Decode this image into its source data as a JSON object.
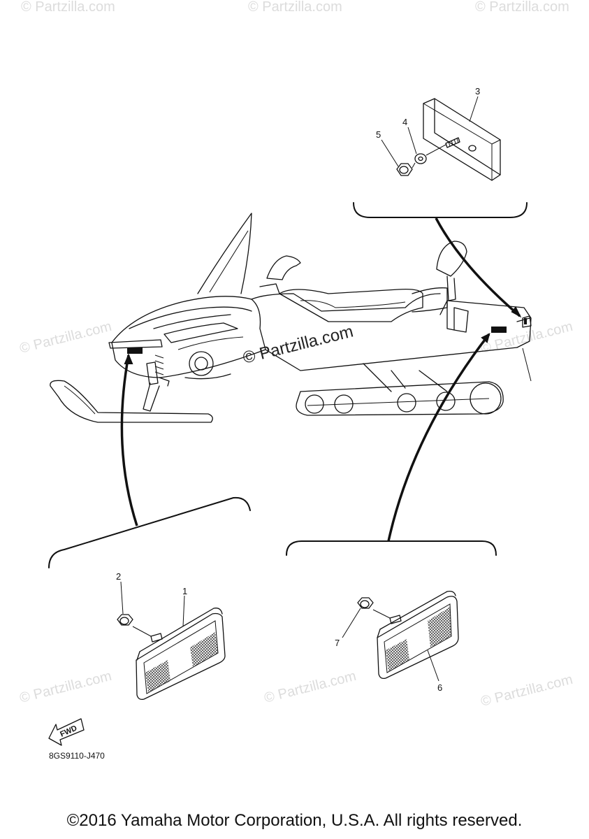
{
  "watermark": "© Partzilla.com",
  "diagram_code": "8GS9110-J470",
  "copyright": "©2016 Yamaha Motor Corporation, U.S.A. All rights reserved.",
  "fwd_label": "FWD",
  "callouts": [
    "1",
    "2",
    "3",
    "4",
    "5",
    "6",
    "7"
  ]
}
